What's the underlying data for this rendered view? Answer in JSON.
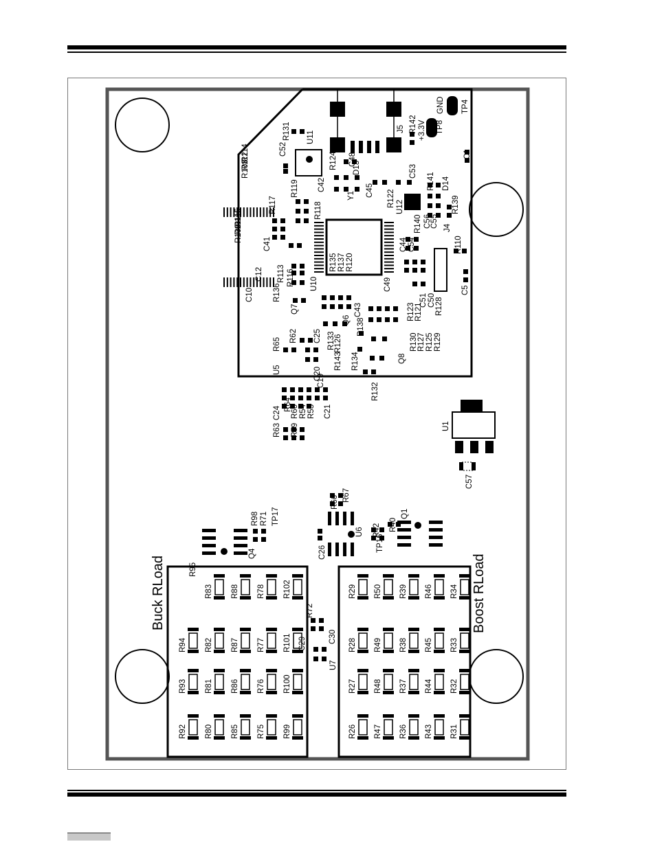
{
  "colors": {
    "ink": "#000000",
    "board_outline": "#555555",
    "frame": "#777777",
    "tab": "#c8c8c8"
  },
  "section_labels": {
    "buck": "Buck RLoad",
    "boost": "Boost RLoad"
  },
  "labels_upper": [
    "R131",
    "R114",
    "R112",
    "R108",
    "C52",
    "U11",
    "R124",
    "C48",
    "D13",
    "C53",
    "J5",
    "R142",
    "+3.3V",
    "TP8",
    "GND",
    "TP4",
    "C1",
    "R119",
    "C42",
    "Y1",
    "C45",
    "R122",
    "U12",
    "R141",
    "D14",
    "R139",
    "R140",
    "C56",
    "C55",
    "J4",
    "R110",
    "R117",
    "R118",
    "R115",
    "R111",
    "R109",
    "C41",
    "C44",
    "C54",
    "R113",
    "R116",
    "C10",
    "C12",
    "R135",
    "R137",
    "R120",
    "U10",
    "C49",
    "C5",
    "R136",
    "Q7",
    "C43",
    "Q6",
    "R138",
    "R123",
    "R121",
    "C51",
    "C50",
    "R128",
    "R65",
    "R62",
    "C25",
    "R133",
    "R130",
    "R127",
    "R125",
    "R129",
    "Q8",
    "U5",
    "C20",
    "C19",
    "R143",
    "R126",
    "R134",
    "R132",
    "R64",
    "R60",
    "R54",
    "R53",
    "C21",
    "R63",
    "C24",
    "R59"
  ],
  "labels_lower": [
    "U1",
    "C57",
    "R66",
    "R67",
    "U6",
    "R42",
    "R40",
    "Q1",
    "C26",
    "TP16",
    "R98",
    "R71",
    "TP17",
    "Q4",
    "R95",
    "R72",
    "C29",
    "C30",
    "U7"
  ],
  "buck_resistors": [
    [
      "R83",
      "R88",
      "R78",
      "R102"
    ],
    [
      "R94",
      "R82",
      "R87",
      "R77",
      "R101"
    ],
    [
      "R93",
      "R81",
      "R86",
      "R76",
      "R100"
    ],
    [
      "R92",
      "R80",
      "R85",
      "R75",
      "R99"
    ]
  ],
  "boost_resistors": [
    [
      "R29",
      "R50",
      "R39",
      "R46",
      "R34"
    ],
    [
      "R28",
      "R49",
      "R38",
      "R45",
      "R33"
    ],
    [
      "R27",
      "R48",
      "R37",
      "R44",
      "R32"
    ],
    [
      "R26",
      "R47",
      "R36",
      "R43",
      "R31"
    ]
  ]
}
